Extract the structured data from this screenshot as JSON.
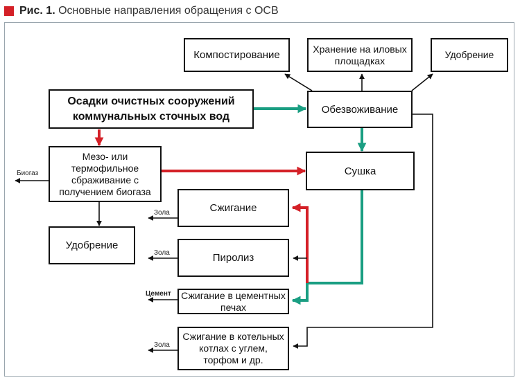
{
  "figure": {
    "label": "Рис. 1.",
    "caption": "Основные направления обращения с ОСВ"
  },
  "boxes": {
    "sludge": "Осадки очистных сооружений коммунальных сточных вод",
    "composting": "Компостирование",
    "storage": "Хранение на иловых площадках",
    "fertilizer_top": "Удобрение",
    "dewatering": "Обезвоживание",
    "digestion": "Мезо- или термофильное сбраживание с получением биогаза",
    "drying": "Сушка",
    "incineration": "Сжигание",
    "fertilizer_left": "Удобрение",
    "pyrolysis": "Пиролиз",
    "cement_kilns": "Сжигание в цементных печах",
    "boilers": "Сжигание в котельных котлах с углем, торфом и др."
  },
  "outputs": {
    "biogas": "Биогаз",
    "ash_1": "Зола",
    "ash_2": "Зола",
    "cement": "Цемент",
    "ash_3": "Зола"
  },
  "colors": {
    "red_flow": "#d42027",
    "green_flow": "#1a9e82",
    "black_flow": "#111111",
    "frame": "#9aa6ae",
    "title_marker": "#d42027"
  }
}
